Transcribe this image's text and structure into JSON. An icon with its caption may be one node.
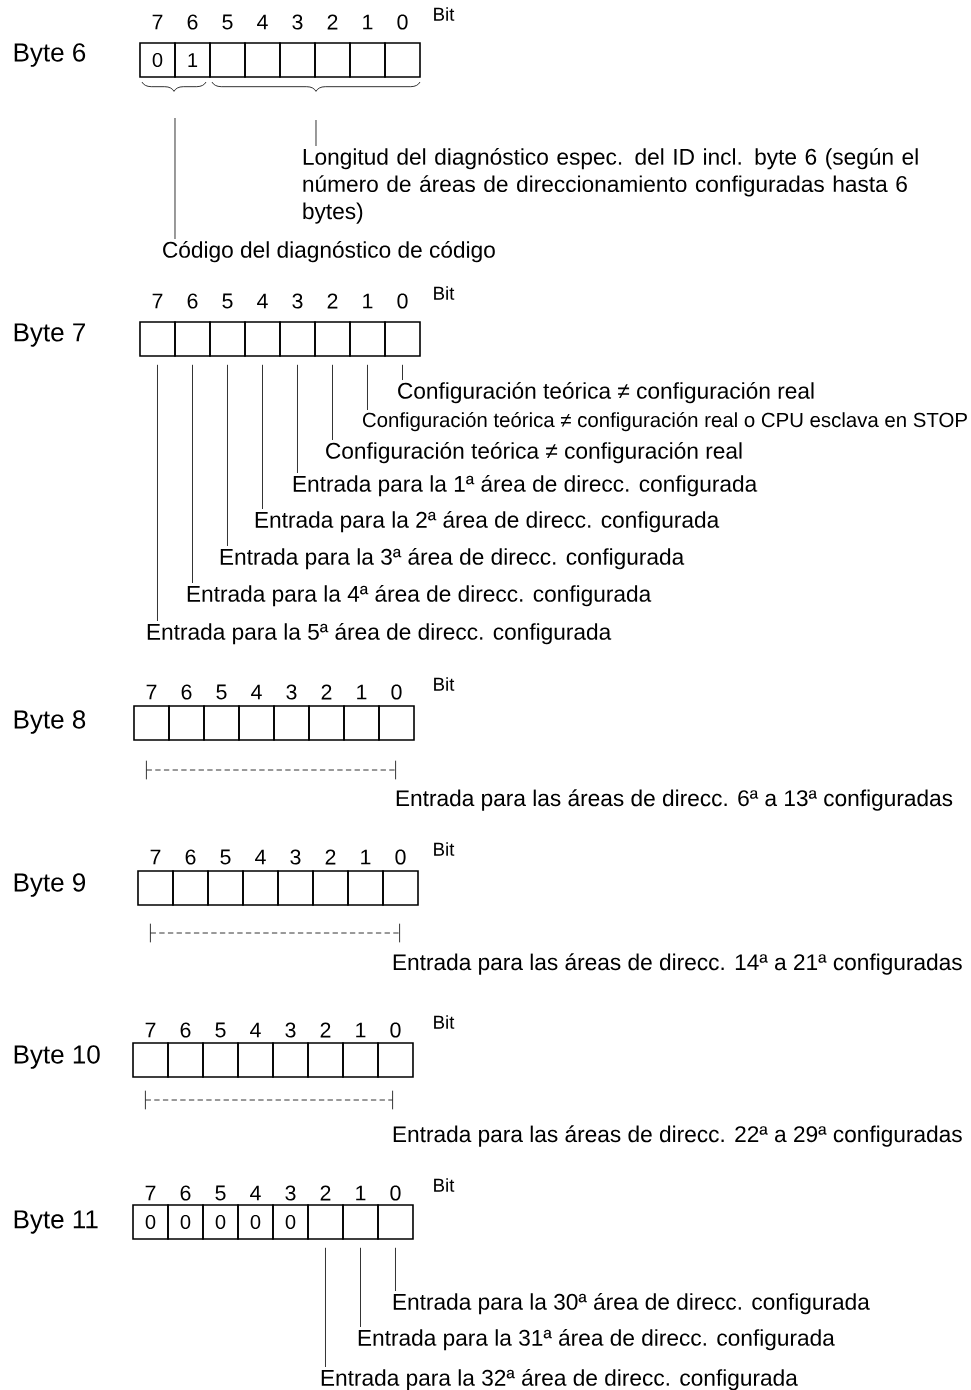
{
  "diagram": {
    "nodes": [
      {
        "text": [
          "0"
        ]
      },
      {
        "text": [
          "1"
        ]
      },
      {
        "text": [],
        "shape": "box"
      },
      {
        "text": [],
        "shape": "box"
      },
      {
        "text": [],
        "shape": "box"
      },
      {
        "text": [],
        "shape": "box"
      },
      {
        "text": [],
        "shape": "box"
      },
      {
        "text": [],
        "shape": "box"
      },
      {
        "text": [
          "Longitud del diagnóstico espec. del ID incl. byte 6 (según el número de áreas de direccionamiento configuradas hasta 6 bytes)"
        ]
      },
      {
        "text": [
          "Código del diagnóstico de código"
        ]
      },
      {
        "text": [],
        "shape": "box"
      },
      {
        "text": [],
        "shape": "box"
      },
      {
        "text": [],
        "shape": "box"
      },
      {
        "text": [],
        "shape": "box"
      },
      {
        "text": [],
        "shape": "box"
      },
      {
        "text": [],
        "shape": "box"
      },
      {
        "text": [],
        "shape": "box"
      },
      {
        "text": [],
        "shape": "box"
      },
      {
        "text": [
          "Configuración teórica ≠ configuración real"
        ]
      },
      {
        "text": [
          "Configuración teórica ≠ configuración real o CPU esclava en STOP"
        ]
      },
      {
        "text": [
          "Configuración teórica ≠ configuración real"
        ]
      },
      {
        "text": [
          "Entrada para la 1ª área de direcc. configurada"
        ]
      },
      {
        "text": [
          "Entrada para la 2ª área de direcc. configurada"
        ]
      },
      {
        "text": [
          "Entrada para la 3ª área de direcc. configurada"
        ]
      },
      {
        "text": [
          "Entrada para la 4ª área de direcc. configurada"
        ]
      },
      {
        "text": [
          "Entrada para la 5ª área de direcc. configurada"
        ]
      },
      {
        "text": [],
        "shape": "box"
      },
      {
        "text": [],
        "shape": "box"
      },
      {
        "text": [],
        "shape": "box"
      },
      {
        "text": [],
        "shape": "box"
      },
      {
        "text": [],
        "shape": "box"
      },
      {
        "text": [],
        "shape": "box"
      },
      {
        "text": [],
        "shape": "box"
      },
      {
        "text": [],
        "shape": "box"
      },
      {
        "text": [],
        "shape": "box"
      },
      {
        "text": [],
        "shape": "box"
      },
      {
        "text": [],
        "shape": "box"
      },
      {
        "text": [],
        "shape": "box"
      },
      {
        "text": [],
        "shape": "box"
      },
      {
        "text": [],
        "shape": "box"
      },
      {
        "text": [],
        "shape": "box"
      },
      {
        "text": [],
        "shape": "box"
      },
      {
        "text": [],
        "shape": "box"
      },
      {
        "text": [],
        "shape": "box"
      },
      {
        "text": [],
        "shape": "box"
      },
      {
        "text": [],
        "shape": "box"
      },
      {
        "text": [],
        "shape": "box"
      },
      {
        "text": [],
        "shape": "box"
      },
      {
        "text": [],
        "shape": "box"
      },
      {
        "text": [],
        "shape": "box"
      },
      {
        "text": [
          "0"
        ]
      },
      {
        "text": [
          "0"
        ]
      },
      {
        "text": [
          "0"
        ]
      },
      {
        "text": [
          "0"
        ]
      },
      {
        "text": [
          "0"
        ]
      },
      {
        "text": [],
        "shape": "box"
      },
      {
        "text": [],
        "shape": "box"
      },
      {
        "text": [],
        "shape": "box"
      },
      {
        "text": [
          "Entrada para la 30ª área de direcc. configurada"
        ]
      },
      {
        "text": [
          "Entrada para la 31ª área de direcc. configurada"
        ]
      },
      {
        "text": [
          "Entrada para la 32ª área de direcc. configurada"
        ]
      }
    ],
    "edges": [
      {
        "from": 8,
        "to": null,
        "arrow": "none"
      },
      {
        "from": 9,
        "to": null,
        "arrow": "none"
      },
      {
        "from": 18,
        "to": 17,
        "arrow": "none"
      },
      {
        "from": 19,
        "to": 16,
        "arrow": "none"
      },
      {
        "from": 20,
        "to": 15,
        "arrow": "none"
      },
      {
        "from": 21,
        "to": 14,
        "arrow": "none"
      },
      {
        "from": 22,
        "to": 13,
        "arrow": "none"
      },
      {
        "from": 23,
        "to": 12,
        "arrow": "none"
      },
      {
        "from": 24,
        "to": 11,
        "arrow": "none"
      },
      {
        "from": 25,
        "to": 10,
        "arrow": "none"
      },
      {
        "from": 58,
        "to": 57,
        "arrow": "none"
      },
      {
        "from": 59,
        "to": 56,
        "arrow": "none"
      },
      {
        "from": 60,
        "to": 55,
        "arrow": "none"
      }
    ],
    "labels": [
      "7",
      "6",
      "5",
      "4",
      "3",
      "2",
      "1",
      "0",
      "Bit",
      "Byte 6",
      "7",
      "6",
      "5",
      "4",
      "3",
      "2",
      "1",
      "0",
      "Bit",
      "Byte 7",
      "7",
      "6",
      "5",
      "4",
      "3",
      "2",
      "1",
      "0",
      "Bit",
      "Byte 8",
      "Entrada para las áreas de direcc. 6ª a 13ª configuradas",
      "7",
      "6",
      "5",
      "4",
      "3",
      "2",
      "1",
      "0",
      "Bit",
      "Byte 9",
      "Entrada para las áreas de direcc. 14ª a 21ª configuradas",
      "7",
      "6",
      "5",
      "4",
      "3",
      "2",
      "1",
      "0",
      "Bit",
      "Byte 10",
      "Entrada para las áreas de direcc. 22ª a 29ª configuradas",
      "7",
      "6",
      "5",
      "4",
      "3",
      "2",
      "1",
      "0",
      "Bit",
      "Byte 11"
    ]
  }
}
